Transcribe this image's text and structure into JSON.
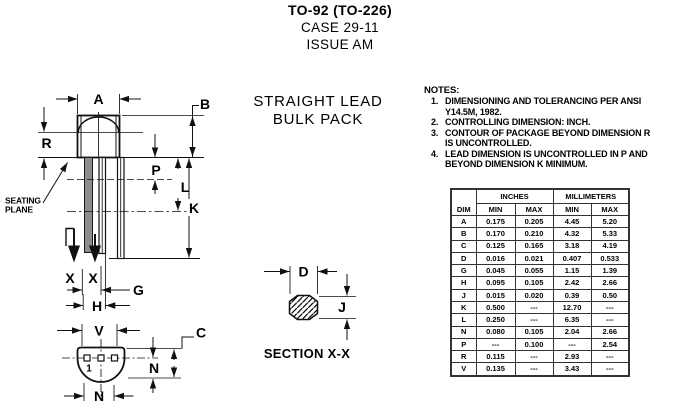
{
  "header": {
    "title": "TO-92 (TO-226)",
    "case_line": "CASE 29-11",
    "issue_line": "ISSUE AM"
  },
  "drawing": {
    "pack_line1": "STRAIGHT LEAD",
    "pack_line2": "BULK PACK",
    "section_caption": "SECTION X-X",
    "seating_line1": "SEATING",
    "seating_line2": "PLANE",
    "pin1": "1",
    "dims": {
      "A": "A",
      "B": "B",
      "R": "R",
      "P": "P",
      "L": "L",
      "K": "K",
      "X1": "X",
      "X2": "X",
      "G": "G",
      "H": "H",
      "V": "V",
      "C": "C",
      "N_side": "N",
      "N_bottom": "N",
      "D": "D",
      "J": "J"
    },
    "colors": {
      "ink": "#111111",
      "lead_gray": "#8d8d8d"
    }
  },
  "notes": {
    "heading": "NOTES:",
    "items": [
      {
        "num": "1.",
        "line1": "DIMENSIONING AND TOLERANCING PER ANSI",
        "line2": "Y14.5M, 1982."
      },
      {
        "num": "2.",
        "line1": "CONTROLLING DIMENSION: INCH."
      },
      {
        "num": "3.",
        "line1": "CONTOUR OF PACKAGE BEYOND DIMENSION R",
        "line2": "IS UNCONTROLLED."
      },
      {
        "num": "4.",
        "line1": "LEAD DIMENSION IS UNCONTROLLED IN P AND",
        "line2": "BEYOND DIMENSION K MINIMUM."
      }
    ]
  },
  "table": {
    "dim_header": "DIM",
    "inches": "INCHES",
    "millimeters": "MILLIMETERS",
    "min": "MIN",
    "max": "MAX",
    "rows": [
      {
        "dim": "A",
        "in_min": "0.175",
        "in_max": "0.205",
        "mm_min": "4.45",
        "mm_max": "5.20"
      },
      {
        "dim": "B",
        "in_min": "0.170",
        "in_max": "0.210",
        "mm_min": "4.32",
        "mm_max": "5.33"
      },
      {
        "dim": "C",
        "in_min": "0.125",
        "in_max": "0.165",
        "mm_min": "3.18",
        "mm_max": "4.19"
      },
      {
        "dim": "D",
        "in_min": "0.016",
        "in_max": "0.021",
        "mm_min": "0.407",
        "mm_max": "0.533"
      },
      {
        "dim": "G",
        "in_min": "0.045",
        "in_max": "0.055",
        "mm_min": "1.15",
        "mm_max": "1.39"
      },
      {
        "dim": "H",
        "in_min": "0.095",
        "in_max": "0.105",
        "mm_min": "2.42",
        "mm_max": "2.66"
      },
      {
        "dim": "J",
        "in_min": "0.015",
        "in_max": "0.020",
        "mm_min": "0.39",
        "mm_max": "0.50"
      },
      {
        "dim": "K",
        "in_min": "0.500",
        "in_max": "---",
        "mm_min": "12.70",
        "mm_max": "---"
      },
      {
        "dim": "L",
        "in_min": "0.250",
        "in_max": "---",
        "mm_min": "6.35",
        "mm_max": "---"
      },
      {
        "dim": "N",
        "in_min": "0.080",
        "in_max": "0.105",
        "mm_min": "2.04",
        "mm_max": "2.66"
      },
      {
        "dim": "P",
        "in_min": "---",
        "in_max": "0.100",
        "mm_min": "---",
        "mm_max": "2.54"
      },
      {
        "dim": "R",
        "in_min": "0.115",
        "in_max": "---",
        "mm_min": "2.93",
        "mm_max": "---"
      },
      {
        "dim": "V",
        "in_min": "0.135",
        "in_max": "---",
        "mm_min": "3.43",
        "mm_max": "---"
      }
    ]
  }
}
